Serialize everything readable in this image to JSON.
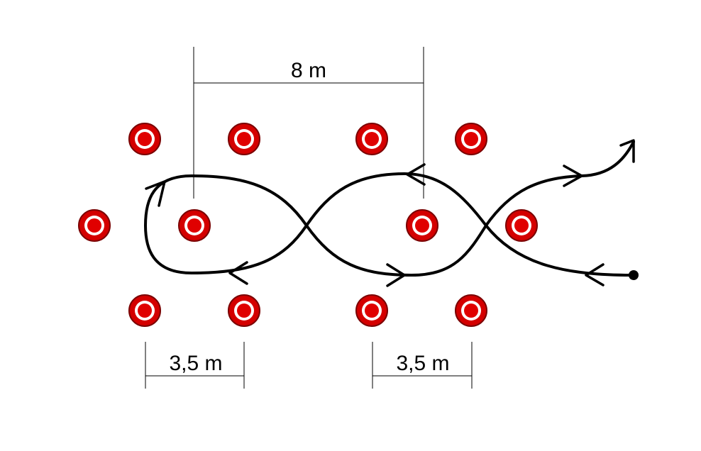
{
  "dimensions": {
    "top": "8 m",
    "bottom_left": "3,5 m",
    "bottom_right": "3,5 m"
  },
  "colors": {
    "cone": "#d40000",
    "cone_ring": "#ffffff",
    "path": "#000000"
  }
}
